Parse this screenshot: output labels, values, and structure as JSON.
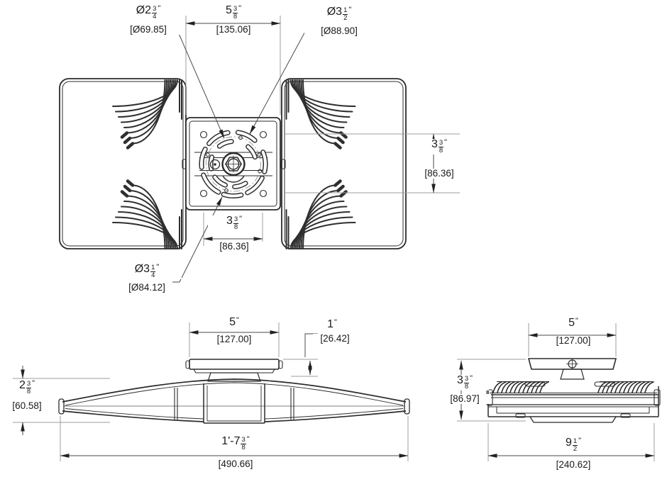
{
  "drawing": {
    "type": "mechanical-dimension-drawing",
    "views": [
      "top-view",
      "front-view",
      "side-view"
    ]
  },
  "dims": {
    "mount_dia_small": {
      "whole": "Ø2",
      "num": "3",
      "den": "4",
      "unit": "\"",
      "mm": "[Ø69.85]"
    },
    "top_plate_width": {
      "whole": "5",
      "num": "3",
      "den": "8",
      "unit": "\"",
      "mm": "[135.06]"
    },
    "mount_dia_large": {
      "whole": "Ø3",
      "num": "1",
      "den": "2",
      "unit": "\"",
      "mm": "[Ø88.90]"
    },
    "hole_spacing_vertical": {
      "whole": "3",
      "num": "3",
      "den": "8",
      "unit": "\"",
      "mm": "[86.36]"
    },
    "hole_spacing_horizontal": {
      "whole": "3",
      "num": "3",
      "den": "8",
      "unit": "\"",
      "mm": "[86.36]"
    },
    "mount_dia_mid": {
      "whole": "Ø3",
      "num": "1",
      "den": "4",
      "unit": "\"",
      "mm": "[Ø84.12]"
    },
    "front_plate_width": {
      "whole": "5",
      "unit": "\"",
      "mm": "[127.00]"
    },
    "front_plate_offset": {
      "whole": "1",
      "unit": "\"",
      "mm": "[26.42]"
    },
    "front_body_height": {
      "whole": "2",
      "num": "3",
      "den": "8",
      "unit": "\"",
      "mm": "[60.58]"
    },
    "front_overall_width": {
      "whole": "1'-7",
      "num": "3",
      "den": "8",
      "unit": "\"",
      "mm": "[490.66]"
    },
    "side_plate_width": {
      "whole": "5",
      "unit": "\"",
      "mm": "[127.00]"
    },
    "side_overall_height": {
      "whole": "3",
      "num": "3",
      "den": "8",
      "unit": "\"",
      "mm": "[86.97]"
    },
    "side_overall_width": {
      "whole": "9",
      "num": "1",
      "den": "2",
      "unit": "\"",
      "mm": "[240.62]"
    }
  },
  "colors": {
    "line": "#2b2b2b",
    "dim_line": "#4a4a4a",
    "ext_line": "#9c9c9c",
    "text": "#1a1a1a",
    "background": "#ffffff"
  }
}
